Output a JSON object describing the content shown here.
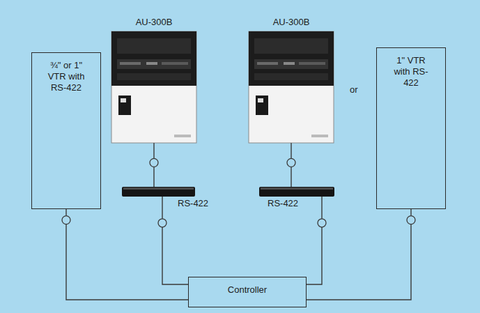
{
  "diagram": {
    "nodes": [
      {
        "text": [
          "¾\" or 1\" VTR with RS-422"
        ]
      },
      {
        "text": [
          "AU-300B"
        ]
      },
      {
        "text": [
          "AU-300B"
        ]
      },
      {
        "text": [
          "1\" VTR with RS-422"
        ]
      },
      {
        "text": [
          "RS-422"
        ]
      },
      {
        "text": [
          "RS-422"
        ]
      },
      {
        "text": [
          "Controller"
        ]
      }
    ],
    "edges": [
      {
        "from": 1,
        "to": 4,
        "arrow": "none"
      },
      {
        "from": 2,
        "to": 5,
        "arrow": "none"
      },
      {
        "from": 0,
        "to": 6,
        "arrow": "none"
      },
      {
        "from": 4,
        "to": 6,
        "arrow": "none"
      },
      {
        "from": 5,
        "to": 6,
        "arrow": "none"
      },
      {
        "from": 3,
        "to": 6,
        "arrow": "none"
      }
    ],
    "labels": [
      "or"
    ]
  }
}
